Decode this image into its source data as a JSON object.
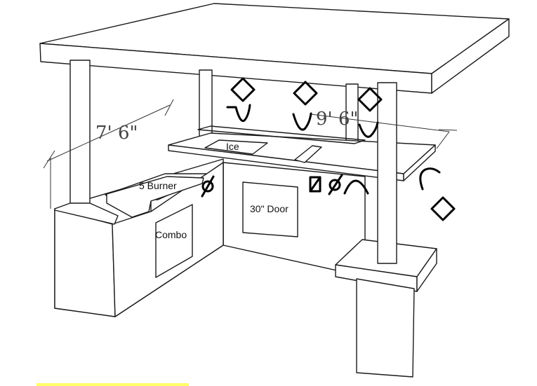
{
  "labels": {
    "dim_left": "7' 6\"",
    "dim_right": "9' 6\"",
    "ice": "Ice",
    "burner": "5 Burner",
    "combo": "Combo",
    "door": "30\" Door"
  },
  "symbols": {
    "outlet_diamond": "diamond-icon",
    "light_fixture": "u-curve-icon",
    "gas_valve": "slashed-circle-icon",
    "switch": "slashed-box-icon",
    "arc": "arc-icon",
    "hook": "hook-icon"
  },
  "colors": {
    "line": "#1a1a1a",
    "highlight": "#ffff66",
    "dimension_text": "#444444"
  }
}
